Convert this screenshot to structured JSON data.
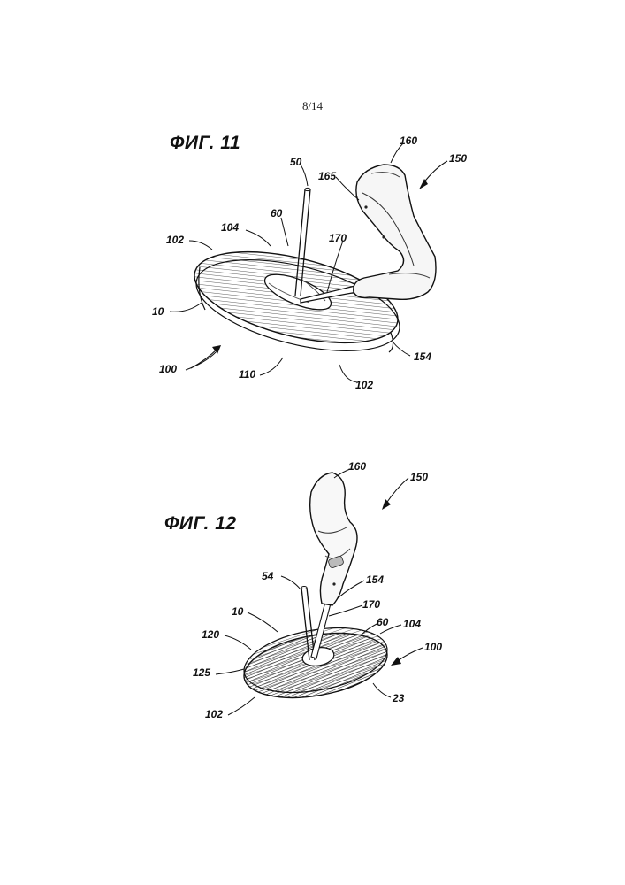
{
  "page_number": "8/14",
  "figures": [
    {
      "title": "ФИГ. 11",
      "refs": {
        "r50": "50",
        "r60": "60",
        "r104": "104",
        "r102a": "102",
        "r10": "10",
        "r100": "100",
        "r110": "110",
        "r102b": "102",
        "r154": "154",
        "r170": "170",
        "r165": "165",
        "r160": "160",
        "r150": "150"
      }
    },
    {
      "title": "ФИГ. 12",
      "refs": {
        "r160": "160",
        "r150": "150",
        "r54": "54",
        "r154": "154",
        "r10": "10",
        "r170": "170",
        "r60": "60",
        "r104": "104",
        "r120": "120",
        "r100": "100",
        "r125": "125",
        "r102": "102",
        "r23": "23"
      }
    }
  ]
}
